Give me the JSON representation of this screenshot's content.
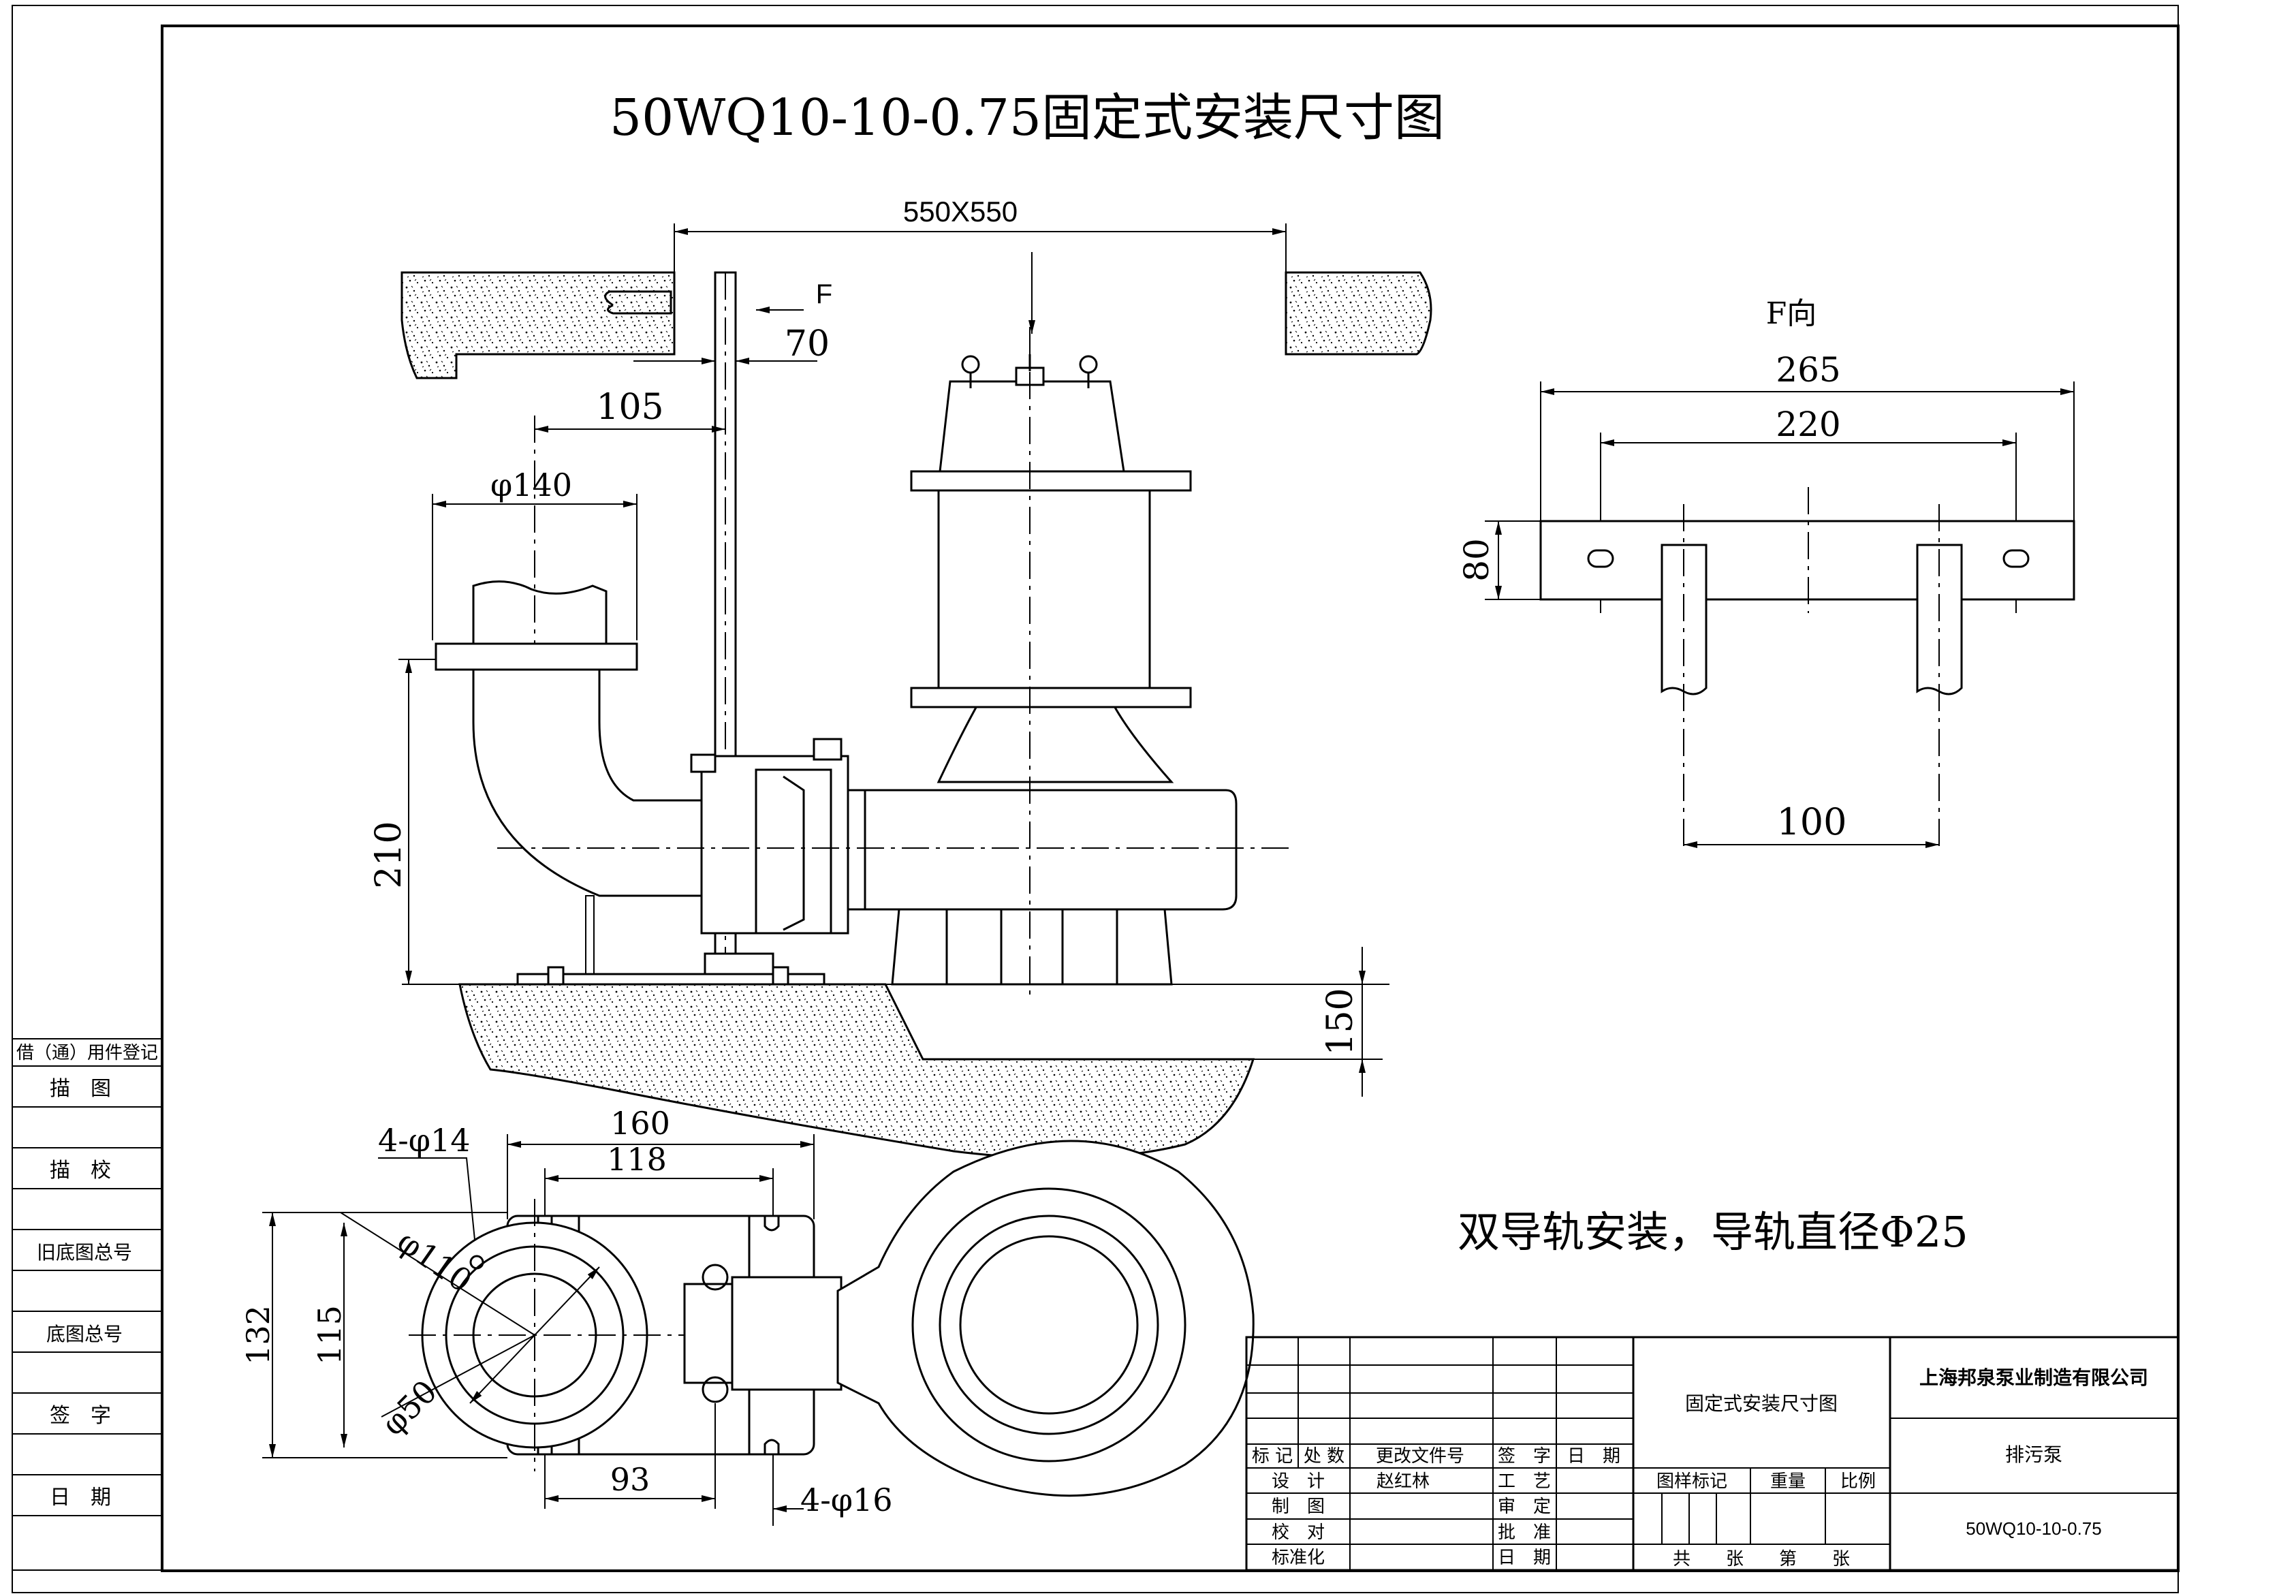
{
  "title": "50WQ10-10-0.75固定式安装尺寸图",
  "note": "双导轨安装，导轨直径Φ25",
  "view_label": "F向",
  "arrow_label": "F",
  "dimensions": {
    "pit": "550X550",
    "d70": "70",
    "d105": "105",
    "d140": "φ140",
    "d210": "210",
    "d150": "150",
    "d265": "265",
    "d220": "220",
    "d80": "80",
    "d100": "100",
    "d160": "160",
    "d118": "118",
    "d4phi14": "4-φ14",
    "d110": "φ110",
    "d50": "φ50",
    "d132": "132",
    "d115": "115",
    "d93": "93",
    "d4phi16": "4-φ16"
  },
  "side_table": {
    "rows": [
      "借（通）用件登记",
      "描　图",
      "",
      "描　校",
      "",
      "旧底图总号",
      "",
      "底图总号",
      "",
      "签　字",
      "",
      "日　期"
    ]
  },
  "title_block": {
    "company": "上海邦泉泵业制造有限公司",
    "drawing_name": "固定式安装尺寸图",
    "product": "排污泵",
    "model": "50WQ10-10-0.75",
    "rev_headers": [
      "标 记",
      "处 数",
      "更改文件号",
      "签　字",
      "日　期"
    ],
    "design": "设　计",
    "designer": "赵红林",
    "process": "工　艺",
    "draw": "制　图",
    "review": "审　定",
    "check": "校　对",
    "approve": "批　准",
    "standard": "标准化",
    "date": "日　期",
    "stage_mark": "图样标记",
    "weight": "重量",
    "scale": "比例",
    "total": "共　　张　　第　　张"
  }
}
